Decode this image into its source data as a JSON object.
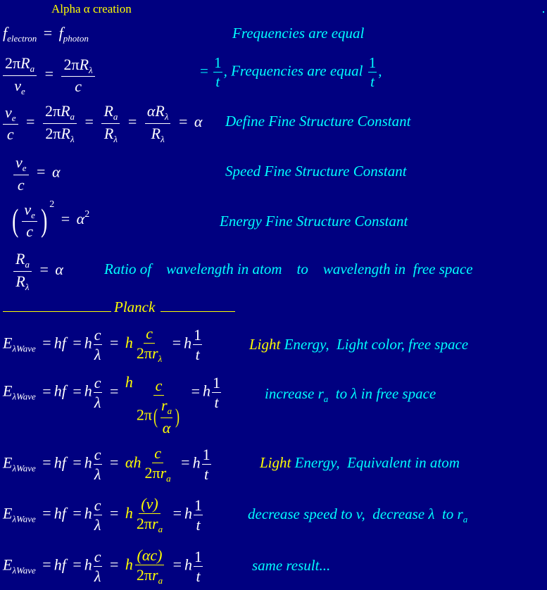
{
  "title": "Alpha α creation",
  "colors": {
    "background": "#000080",
    "equation": "#ffffff",
    "highlight": "#ffff00",
    "note": "#00ffff"
  },
  "rows": [
    {
      "id": "frequencies",
      "note": "Frequencies are equal"
    },
    {
      "id": "ratio-circumference",
      "note_pre": "= 1/t, ",
      "note": "Frequencies are equal",
      "note_post": "1/t,"
    },
    {
      "id": "define-alpha",
      "note": "Define Fine Structure Constant"
    },
    {
      "id": "speed-alpha",
      "note": "Speed  Fine Structure Constant"
    },
    {
      "id": "energy-alpha",
      "note": "Energy Fine Structure Constant"
    },
    {
      "id": "ratio-wavelength",
      "note": "Ratio of    wavelength in atom    to    wavelength in  free space"
    }
  ],
  "planck": {
    "heading": "Planck"
  },
  "planck_rows": [
    {
      "id": "light-energy-free-space",
      "note_highlight": "Light",
      "note": " Energy,  Light color, free space"
    },
    {
      "id": "increase-ra",
      "note_a": "increase r",
      "note_sub": "a",
      "note_b": "  to λ in free space"
    },
    {
      "id": "light-energy-atom",
      "note_highlight": "Light",
      "note": " Energy,  Equivalent in atom"
    },
    {
      "id": "decrease-speed",
      "note_a": "decrease speed to v,  decrease λ  to r",
      "note_sub": "a"
    },
    {
      "id": "same-result",
      "note": "same result..."
    }
  ],
  "symbols": {
    "f": "f",
    "electron": "electron",
    "photon": "photon",
    "twopi": "2π",
    "R": "R",
    "a": "a",
    "lambda": "λ",
    "alpha": "α",
    "v": "v",
    "e": "e",
    "c": "c",
    "one": "1",
    "t": "t",
    "two": "2",
    "E": "E",
    "wave_sub": "λWave",
    "hf": "hf",
    "h": "h",
    "r": "r",
    "alpha_h": "αh",
    "paren_v": "(v)",
    "paren_alpha_c": "(αc)",
    "eq": "="
  }
}
